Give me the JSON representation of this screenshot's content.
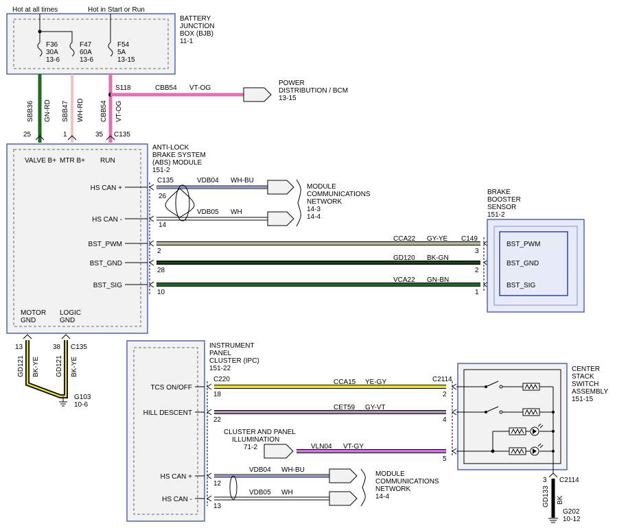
{
  "top_labels": {
    "hot_all": "Hot at all times",
    "hot_start": "Hot in Start or Run"
  },
  "bjb": {
    "title_lines": [
      "BATTERY",
      "JUNCTION",
      "BOX (BJB)",
      "11-1"
    ],
    "fuses": [
      {
        "id": "F36",
        "amp": "30A",
        "ref": "13-6"
      },
      {
        "id": "F47",
        "amp": "60A",
        "ref": "13-6"
      },
      {
        "id": "F54",
        "amp": "5A",
        "ref": "13-15"
      }
    ]
  },
  "splice": {
    "id": "S118",
    "circuit": "CBB54",
    "color": "VT-OG"
  },
  "power_dist": {
    "lines": [
      "POWER",
      "DISTRIBUTION / BCM",
      "13-15"
    ]
  },
  "abs_feeds": [
    {
      "circuit": "SBB36",
      "color": "GN-RD",
      "pin": "25"
    },
    {
      "circuit": "SBB47",
      "color": "WH-RD",
      "pin": "1"
    },
    {
      "circuit": "CBB54",
      "color": "VT-OG",
      "pin": "35"
    }
  ],
  "abs_connector": "C135",
  "abs": {
    "title_lines": [
      "ANTI-LOCK",
      "BRAKE SYSTEM",
      "(ABS) MODULE",
      "151-2"
    ],
    "pin_labels": {
      "valve": "VALVE B+",
      "mtr": "MTR B+",
      "run": "RUN"
    },
    "pins": [
      "HS CAN +",
      "HS CAN -",
      "BST_PWM",
      "BST_GND",
      "BST_SIG"
    ],
    "gnd_labels": {
      "motor": [
        "MOTOR",
        "GND"
      ],
      "logic": [
        "LOGIC",
        "GND"
      ]
    }
  },
  "abs_can": [
    {
      "connector": "C135",
      "pin": "26",
      "circuit": "VDB04",
      "color": "WH-BU"
    },
    {
      "pin": "14",
      "circuit": "VDB05",
      "color": "WH"
    }
  ],
  "mcn_top": {
    "lines": [
      "MODULE",
      "COMMUNICATIONS",
      "NETWORK",
      "14-3",
      "14-4"
    ]
  },
  "bst_wires": [
    {
      "pin": "2",
      "circuit": "CCA22",
      "color": "GY-YE",
      "far_pin": "3",
      "far_connector": "C149"
    },
    {
      "pin": "28",
      "circuit": "GD120",
      "color": "BK-GN",
      "far_pin": "2"
    },
    {
      "pin": "10",
      "circuit": "VCA22",
      "color": "GN-BN",
      "far_pin": "1"
    }
  ],
  "booster": {
    "title_lines": [
      "BRAKE",
      "BOOSTER",
      "SENSOR",
      "151-2"
    ],
    "pins": [
      "BST_PWM",
      "BST_GND",
      "BST_SIG"
    ]
  },
  "abs_grounds": [
    {
      "pin": "13",
      "circuit": "GD121",
      "color": "BK-YE"
    },
    {
      "pin": "38",
      "circuit": "GD121",
      "color": "BK-YE",
      "connector": "C135"
    }
  ],
  "g103": {
    "id": "G103",
    "ref": "10-6"
  },
  "ipc": {
    "title_lines": [
      "INSTRUMENT",
      "PANEL",
      "CLUSTER (IPC)",
      "151-22"
    ],
    "pins": [
      "TCS ON/OFF",
      "HILL DESCENT",
      "HS CAN +",
      "HS CAN -"
    ]
  },
  "ipc_wires": [
    {
      "connector": "C220",
      "pin": "18",
      "circuit": "CCA15",
      "color": "YE-GY",
      "far_pin": "2",
      "far_connector": "C2114"
    },
    {
      "pin": "22",
      "circuit": "CET59",
      "color": "GY-VT",
      "far_pin": "4"
    }
  ],
  "illum": {
    "lines": [
      "CLUSTER AND PANEL",
      "ILLUMINATION",
      "71-2"
    ],
    "circuit": "VLN04",
    "color": "VT-GY",
    "far_pin": "5"
  },
  "ipc_can": [
    {
      "pin": "12",
      "circuit": "VDB04",
      "color": "WH-BU"
    },
    {
      "pin": "13",
      "circuit": "VDB05",
      "color": "WH"
    }
  ],
  "mcn_bottom": {
    "lines": [
      "MODULE",
      "COMMUNICATIONS",
      "NETWORK",
      "14-4"
    ]
  },
  "css": {
    "title_lines": [
      "CENTER",
      "STACK",
      "SWITCH",
      "ASSEMBLY",
      "151-15"
    ]
  },
  "css_ground": {
    "pin": "3",
    "connector": "C2114",
    "circuit": "GD133",
    "color": "BK",
    "gid": "G202",
    "ref": "10-12"
  },
  "colors": {
    "wire_gn": "#1e6b1e",
    "wire_wh_rd": "#e88888",
    "wire_vt_og": "#e070b0",
    "wire_gy_ye": "#b8b890",
    "wire_bk_gn": "#0a2a0a",
    "wire_ye": "#e8e030",
    "wire_gy_vt": "#a890b0",
    "wire_vt_gy": "#d070e0",
    "box_blue": "#5060c0",
    "box_fill": "#f2f2f2"
  }
}
